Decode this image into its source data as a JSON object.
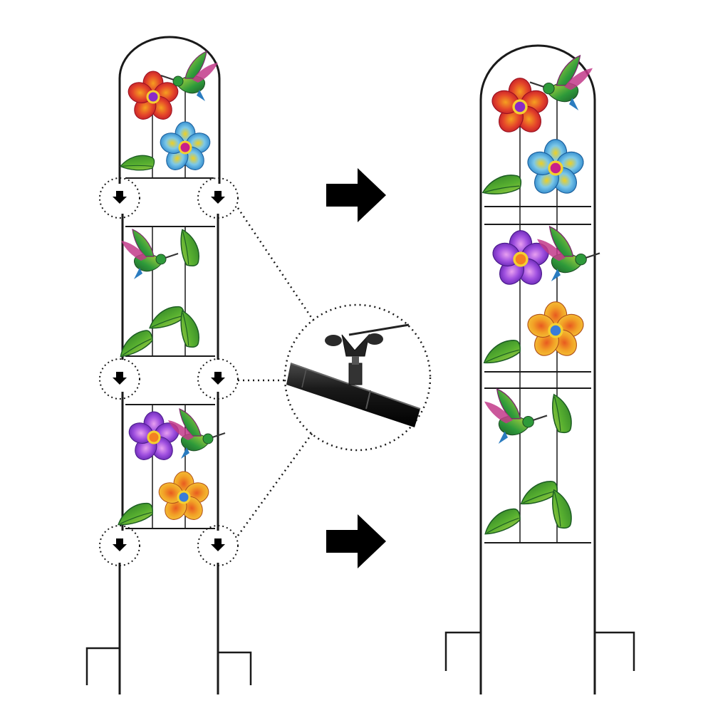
{
  "scene": {
    "kind": "product-photo",
    "subject": "garden-trellis-assembly",
    "background": "#ffffff",
    "metal_color": "#1a1a1a",
    "colors": {
      "flower_red": "#d8262c",
      "flower_blue": "#2f9bd6",
      "flower_purple": "#8a3cc8",
      "flower_orange": "#f0a020",
      "leaf_green": "#3f9a2a",
      "leaf_yellow": "#c8d440",
      "bird_green": "#2f8a3a",
      "bird_pink": "#c23a8a",
      "gem_magenta": "#c8208a",
      "gem_yellow": "#f4d030",
      "gem_blue": "#3a7cd8"
    },
    "icons": {
      "arrow": "arrow-right-icon",
      "down": "arrow-down-icon",
      "callout": "dotted-circle-callout",
      "knob": "wing-nut-icon"
    },
    "assembly": {
      "sections_before": 3,
      "sections_after": 1,
      "connection_points": 6
    }
  }
}
